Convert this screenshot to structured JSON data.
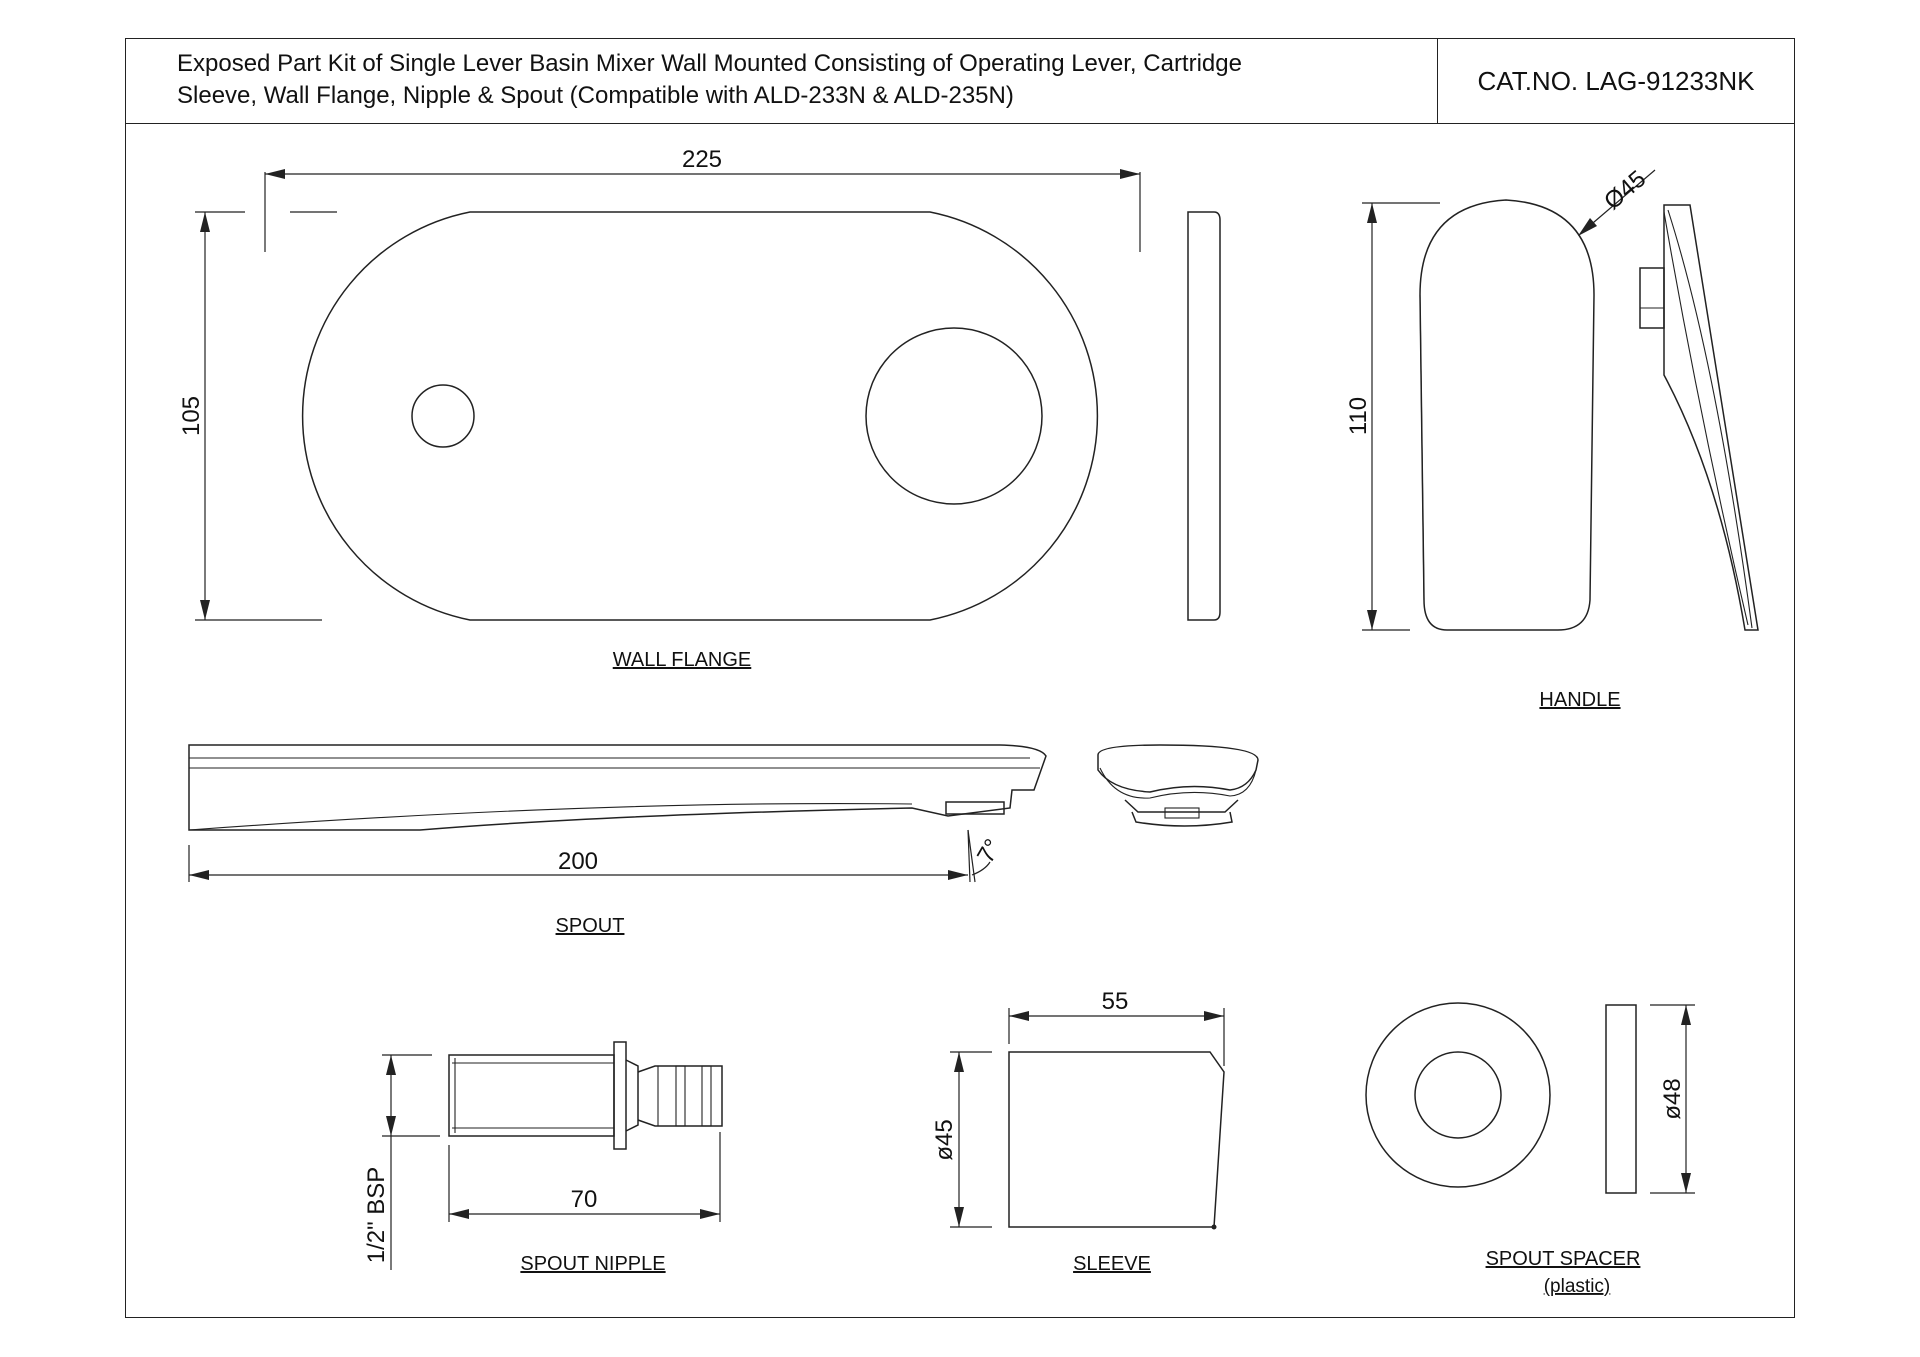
{
  "title": {
    "line1": "Exposed Part Kit of Single Lever Basin Mixer Wall Mounted Consisting of Operating Lever, Cartridge",
    "line2": "Sleeve, Wall Flange, Nipple & Spout (Compatible with ALD-233N & ALD-235N)",
    "catalog_number": "CAT.NO. LAG-91233NK"
  },
  "parts": {
    "wall_flange": {
      "label": "WALL FLANGE",
      "width_dim": "225",
      "height_dim": "105"
    },
    "handle": {
      "label": "HANDLE",
      "height_dim": "110",
      "diameter_dim": "Ø45"
    },
    "spout": {
      "label": "SPOUT",
      "length_dim": "200",
      "angle_dim": "7°"
    },
    "spout_nipple": {
      "label": "SPOUT NIPPLE",
      "length_dim": "70",
      "thread_dim": "1/2\" BSP"
    },
    "sleeve": {
      "label": "SLEEVE",
      "length_dim": "55",
      "diameter_dim": "ø45"
    },
    "spout_spacer": {
      "label": "SPOUT SPACER",
      "sublabel": "(plastic)",
      "diameter_dim": "ø48"
    }
  }
}
